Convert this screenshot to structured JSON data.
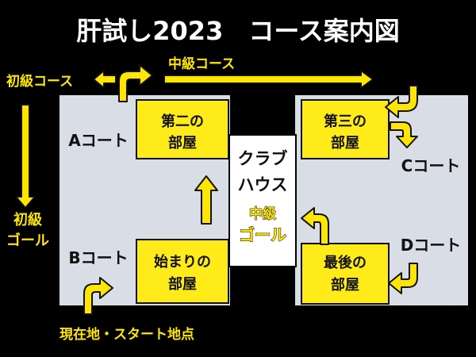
{
  "title": "肝試し2023　コース案内図",
  "labels": {
    "beginner_course": "初級コース",
    "intermediate_course": "中級コース",
    "beginner_goal_line1": "初級",
    "beginner_goal_line2": "ゴール",
    "current_location": "現在地・スタート地点"
  },
  "courts": {
    "a": "Aコート",
    "b": "Bコート",
    "c": "Cコート",
    "d": "Dコート"
  },
  "rooms": {
    "second": {
      "line1": "第二の",
      "line2": "部屋"
    },
    "third": {
      "line1": "第三の",
      "line2": "部屋"
    },
    "start": {
      "line1": "始まりの",
      "line2": "部屋"
    },
    "last": {
      "line1": "最後の",
      "line2": "部屋"
    }
  },
  "clubhouse": {
    "line1": "クラブ",
    "line2": "ハウス",
    "goal_line1": "中級",
    "goal_line2": "ゴール"
  },
  "colors": {
    "background": "#000000",
    "court": "#d9dde5",
    "room": "#ffeb1a",
    "arrow": "#ffe600",
    "title": "#ffffff"
  }
}
